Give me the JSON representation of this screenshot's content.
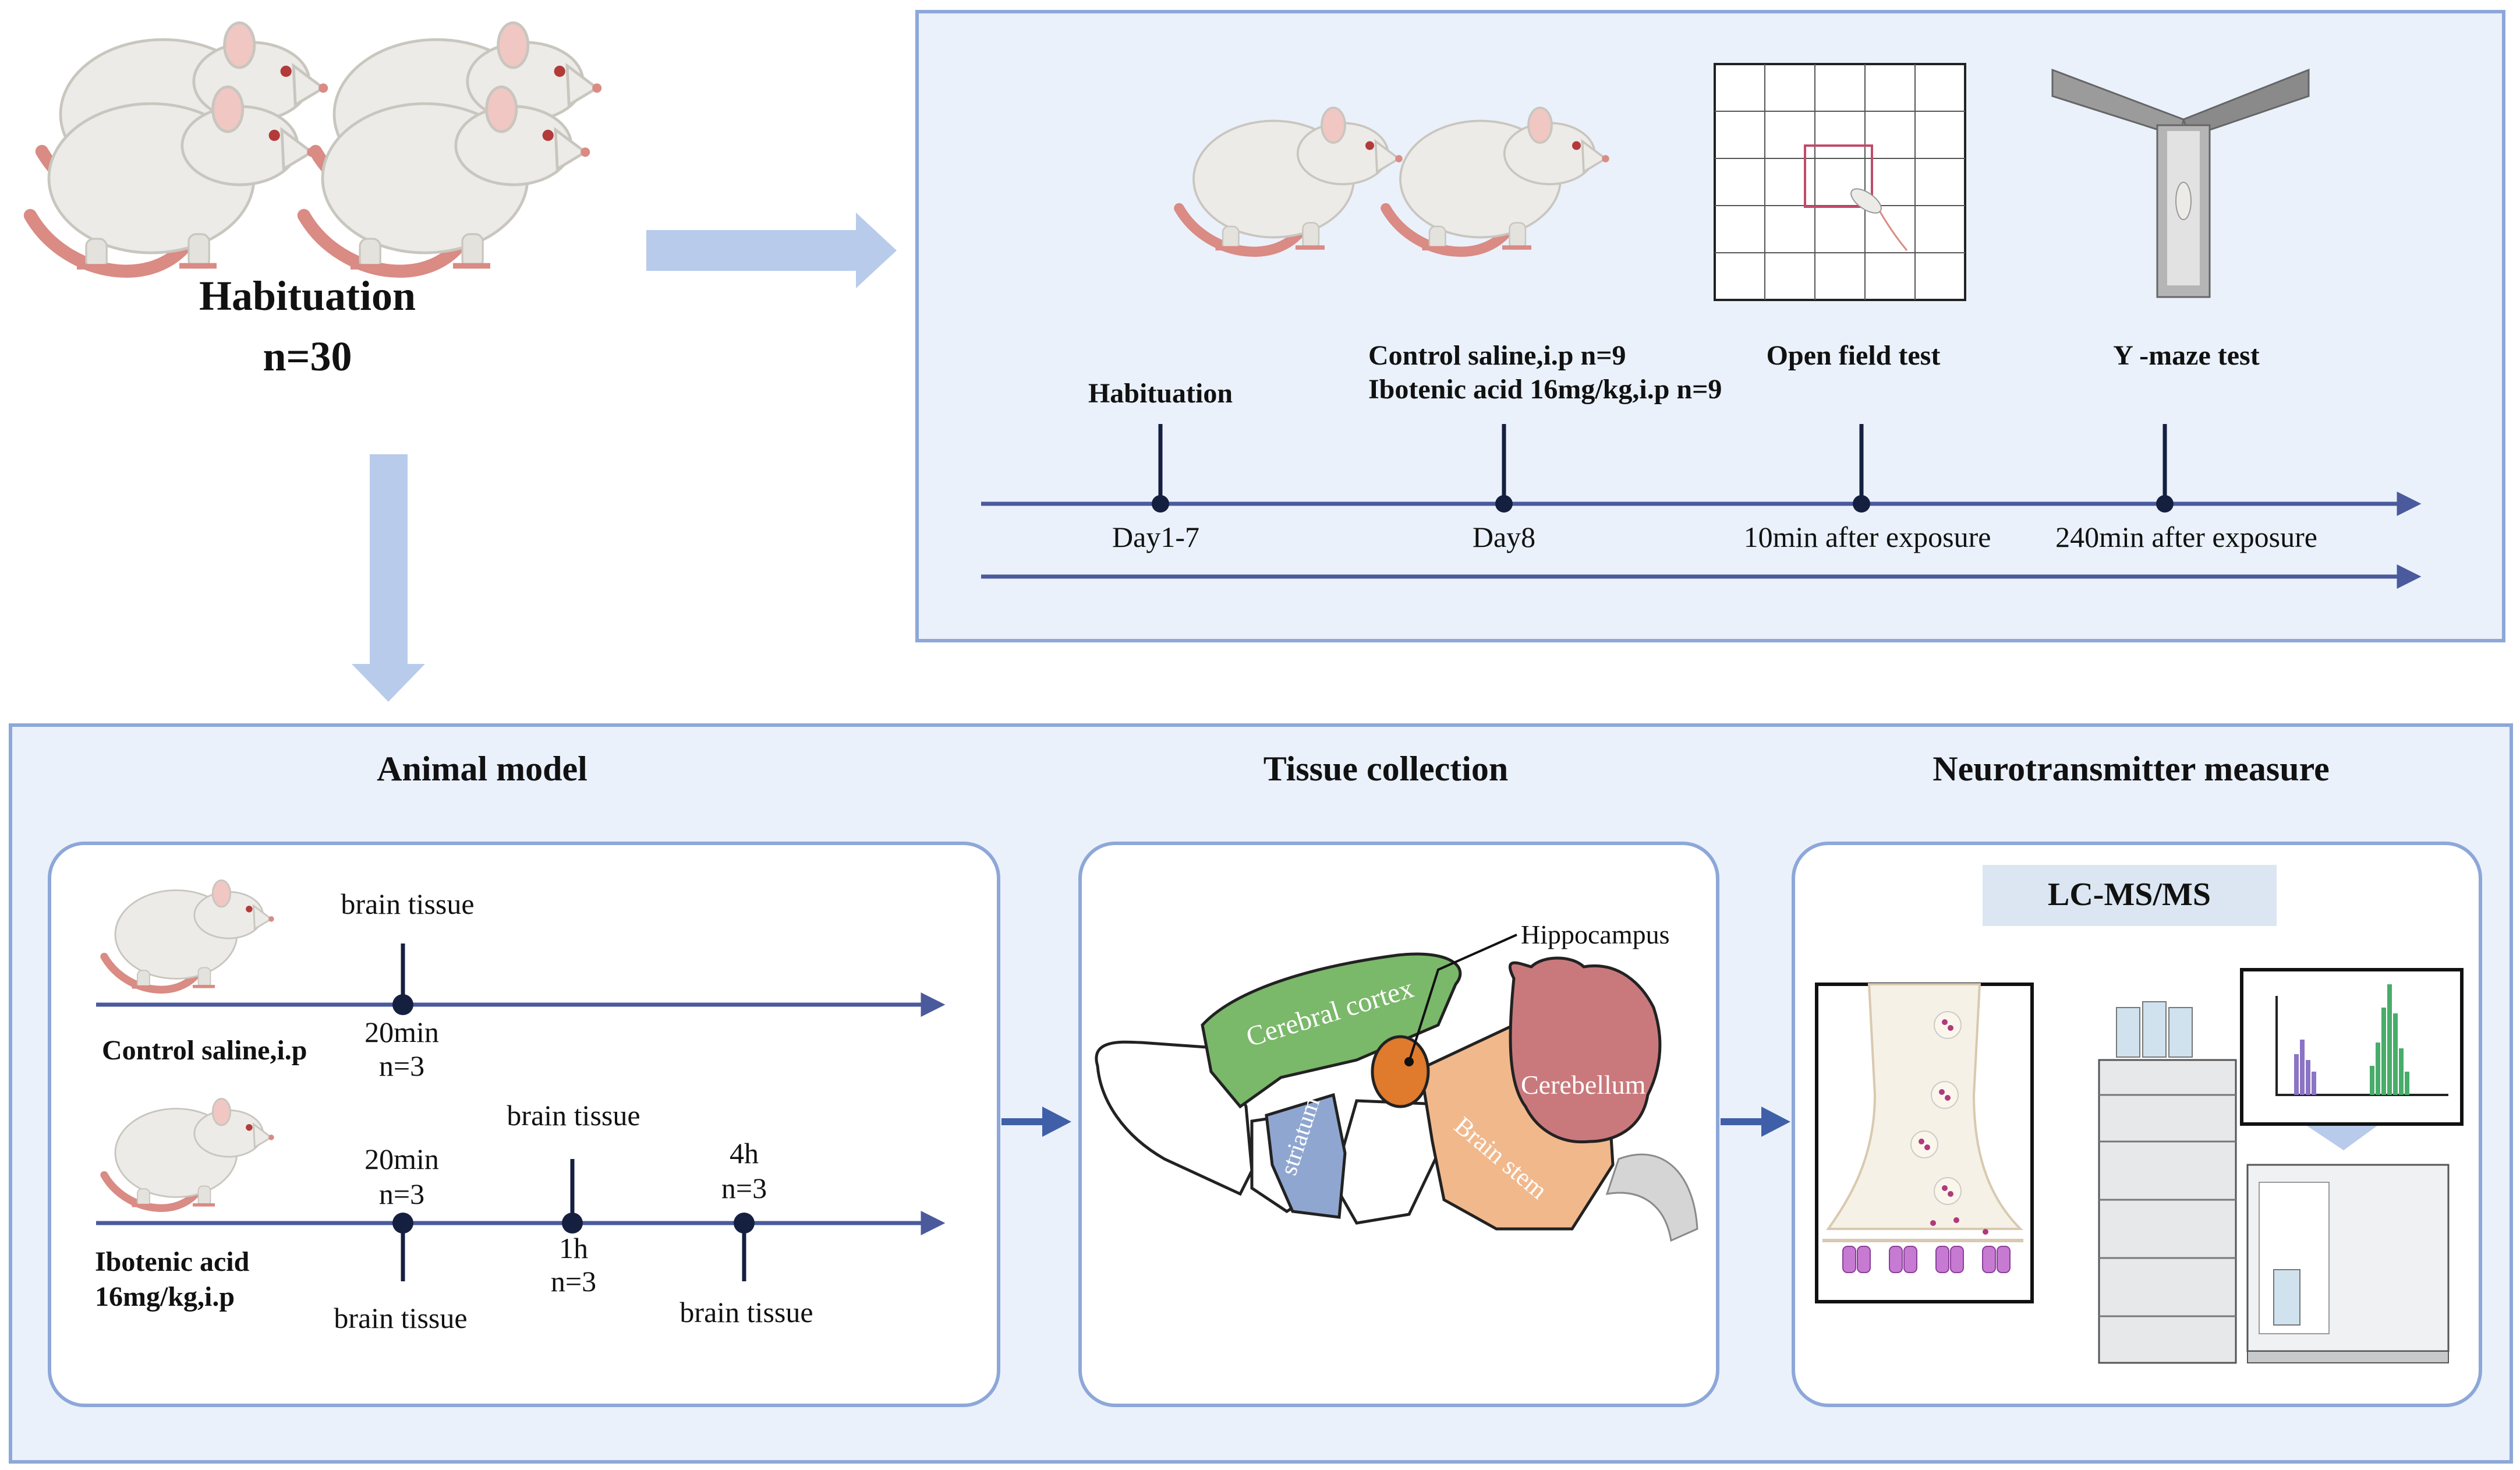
{
  "colors": {
    "panel_bg": "#eaf1fb",
    "panel_border": "#8da7d8",
    "arrow_fill": "#b8cbeb",
    "timeline": "#4a5a9c",
    "tick": "#152040",
    "cortex": "#7ab86a",
    "striatum": "#8fa6d0",
    "hippocampus": "#e07a2c",
    "cerebellum": "#c9797c",
    "brainstem": "#f1b88c",
    "lcms_badge": "#dbe6f2",
    "peak_purple": "#8c74c4",
    "peak_green": "#48ad6a"
  },
  "icons": [
    "rat-icon",
    "open-field-icon",
    "y-maze-icon",
    "brain-icon",
    "synapse-icon",
    "lc-ms-instrument-icon",
    "chromatogram-icon"
  ],
  "habituation": {
    "title": "Habituation",
    "n": "n=30"
  },
  "timeline_top": {
    "labels": [
      {
        "above": "Habituation",
        "below": "Day1-7"
      },
      {
        "above_lines": [
          "Control  saline,i.p n=9",
          "Ibotenic acid  16mg/kg,i.p n=9"
        ],
        "below": "Day8"
      },
      {
        "above": "Open field test",
        "below": "10min after exposure"
      },
      {
        "above": "Y -maze test",
        "below": "240min after exposure"
      }
    ]
  },
  "sections": {
    "animal_model": "Animal model",
    "tissue_collection": "Tissue collection",
    "neurotransmitter": "Neurotransmitter measure"
  },
  "animal_model": {
    "control": {
      "group": "Control  saline,i.p",
      "tick": {
        "above": "brain tissue",
        "below1": "20min",
        "below2": "n=3"
      }
    },
    "ibotenic": {
      "group_line1": "Ibotenic acid",
      "group_line2": "16mg/kg,i.p",
      "ticks": [
        {
          "above1": "20min",
          "above2": "n=3",
          "below": "brain tissue"
        },
        {
          "above": "brain tissue",
          "below1": "1h",
          "below2": "n=3"
        },
        {
          "above1": "4h",
          "above2": "n=3",
          "below": "brain tissue"
        }
      ]
    }
  },
  "brain": {
    "hippocampus": "Hippocampus",
    "cerebral_cortex": "Cerebral cortex",
    "striatum": "striatum",
    "cerebellum": "Cerebellum",
    "brain_stem": "Brain stem"
  },
  "lcms": {
    "label": "LC-MS/MS"
  }
}
